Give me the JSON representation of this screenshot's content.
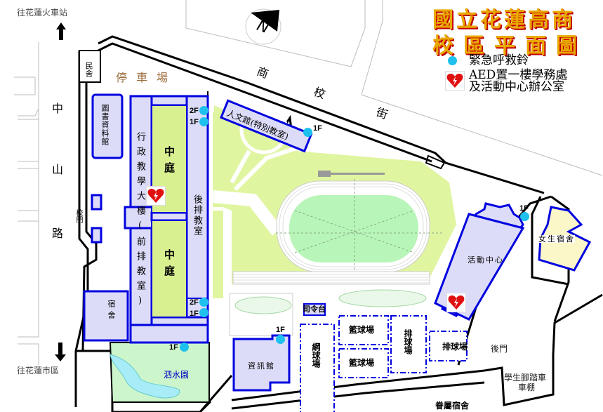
{
  "title": {
    "line1": "國立花蓮高商",
    "line2": "校區平面圖"
  },
  "legend": {
    "emergency_bell": "緊急呼救鈴",
    "aed_line1": "AED置一樓學務處",
    "aed_line2": "及活動中心辦公室",
    "colors": {
      "bell": "#1ec0ee",
      "aed": "#e01010"
    }
  },
  "compass": {
    "label": "N"
  },
  "directions": {
    "to_station": "往花蓮火車站",
    "to_city": "往花蓮市區"
  },
  "roads": {
    "zhongshan": [
      "中",
      "山",
      "路"
    ],
    "shangxiao": [
      "商",
      "校",
      "街"
    ]
  },
  "areas": {
    "minshe": "民舍",
    "parking": "停 車 場",
    "library": "圖書資料館",
    "admin": "行政教學大樓(前排教室)",
    "courtyard1": "中庭",
    "courtyard2": "中庭",
    "back_classrooms": "後排教室",
    "main_gate": "校門",
    "dorm": "宿舍",
    "humanities": "人文館(特別教室)",
    "sishui_garden": "泗水園",
    "info_building": "資訊館",
    "podium": "司令台",
    "tennis": "網球場",
    "basketball1": "籃球場",
    "basketball2": "籃球場",
    "volleyball1": "排球場",
    "volleyball2": "排球場",
    "activity_center": "活動中心",
    "girls_dorm": "女生宿舍",
    "back_gate": "後門",
    "bike_shed_line1": "學生腳踏車",
    "bike_shed_line2": "車棚",
    "staff_housing": "眷屬宿舍"
  },
  "floor_markers": {
    "f2": "2F",
    "f1": "1F"
  },
  "colors": {
    "building_fill": "#dcdcf8",
    "building_stroke": "#0000e0",
    "courtyard": "#d8f090",
    "lawn": "#e0f5a0",
    "field": "#b8f5b8",
    "pond": "#a8ecf8",
    "garden": "#ccf5cc",
    "girls_dorm_fill": "#fbf7c8",
    "parking_text": "#9a6a3a"
  }
}
